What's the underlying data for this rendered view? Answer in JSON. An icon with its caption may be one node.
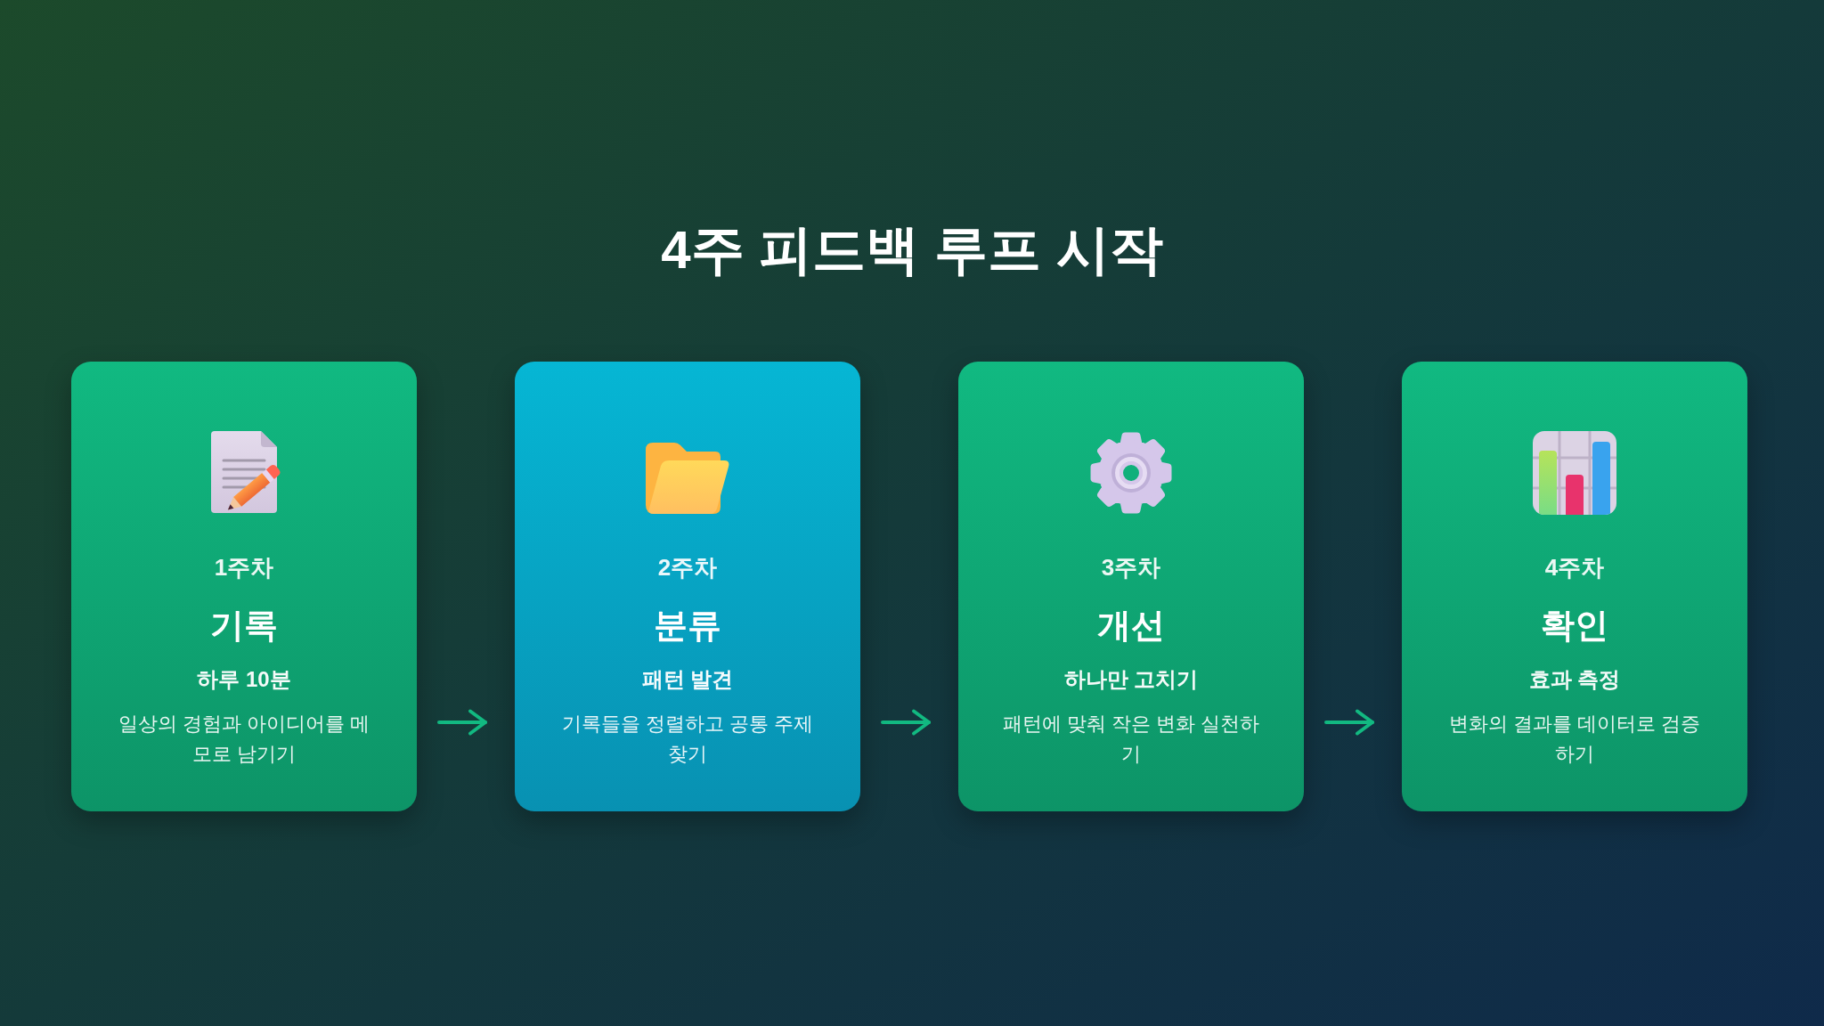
{
  "diagram": {
    "title": "4주 피드백 루프 시작",
    "nodes": [
      {
        "text": [
          "1주차",
          "기록",
          "하루 10분",
          "일상의 경험과 아이디어를 메모로 남기기"
        ]
      },
      {
        "text": [
          "2주차",
          "분류",
          "패턴 발견",
          "기록들을 정렬하고 공통 주제 찾기"
        ]
      },
      {
        "text": [
          "3주차",
          "개선",
          "하나만 고치기",
          "패턴에 맞춰 작은 변화 실천하기"
        ]
      },
      {
        "text": [
          "4주차",
          "확인",
          "효과 측정",
          "변화의 결과를 데이터로 검증하기"
        ]
      }
    ],
    "edges": [
      {
        "from": 0,
        "to": 1,
        "arrow": "to"
      },
      {
        "from": 1,
        "to": 2,
        "arrow": "to"
      },
      {
        "from": 2,
        "to": 3,
        "arrow": "to"
      }
    ]
  }
}
